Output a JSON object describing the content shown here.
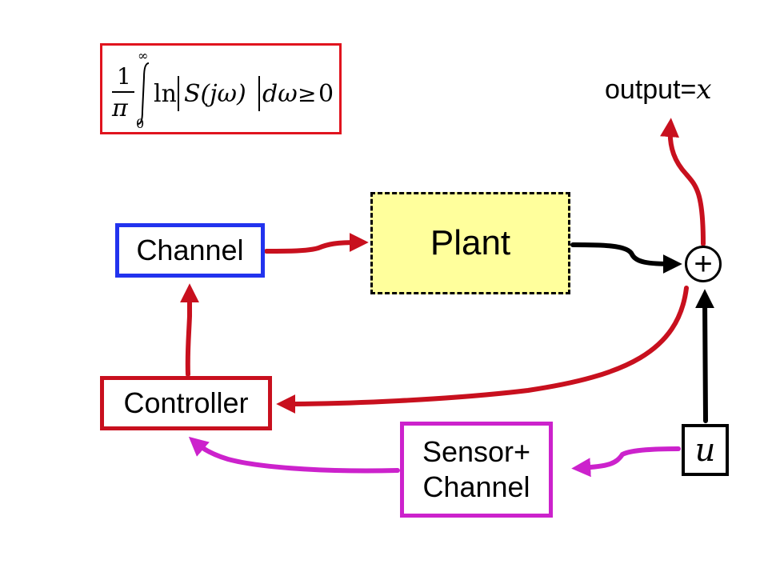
{
  "formula": {
    "frac_num": "1",
    "frac_den": "π",
    "upper_limit": "∞",
    "lower_limit": "0",
    "integrand": "ln",
    "abs_content": "S(jω)",
    "differential": "dω",
    "relation": "≥",
    "rhs": "0"
  },
  "blocks": {
    "channel": "Channel",
    "plant": "Plant",
    "controller": "Controller",
    "sensor_line1": "Sensor+",
    "sensor_line2": "Channel",
    "disturbance": "u",
    "sum": "+"
  },
  "output": {
    "prefix": "output=",
    "variable": "x"
  },
  "colors": {
    "control_path": "#c8101e",
    "plant_output": "#000000",
    "sensor_path": "#cc22cc",
    "channel_border": "#2233ee",
    "plant_fill": "#ffff9c",
    "formula_border": "#e0141e"
  }
}
